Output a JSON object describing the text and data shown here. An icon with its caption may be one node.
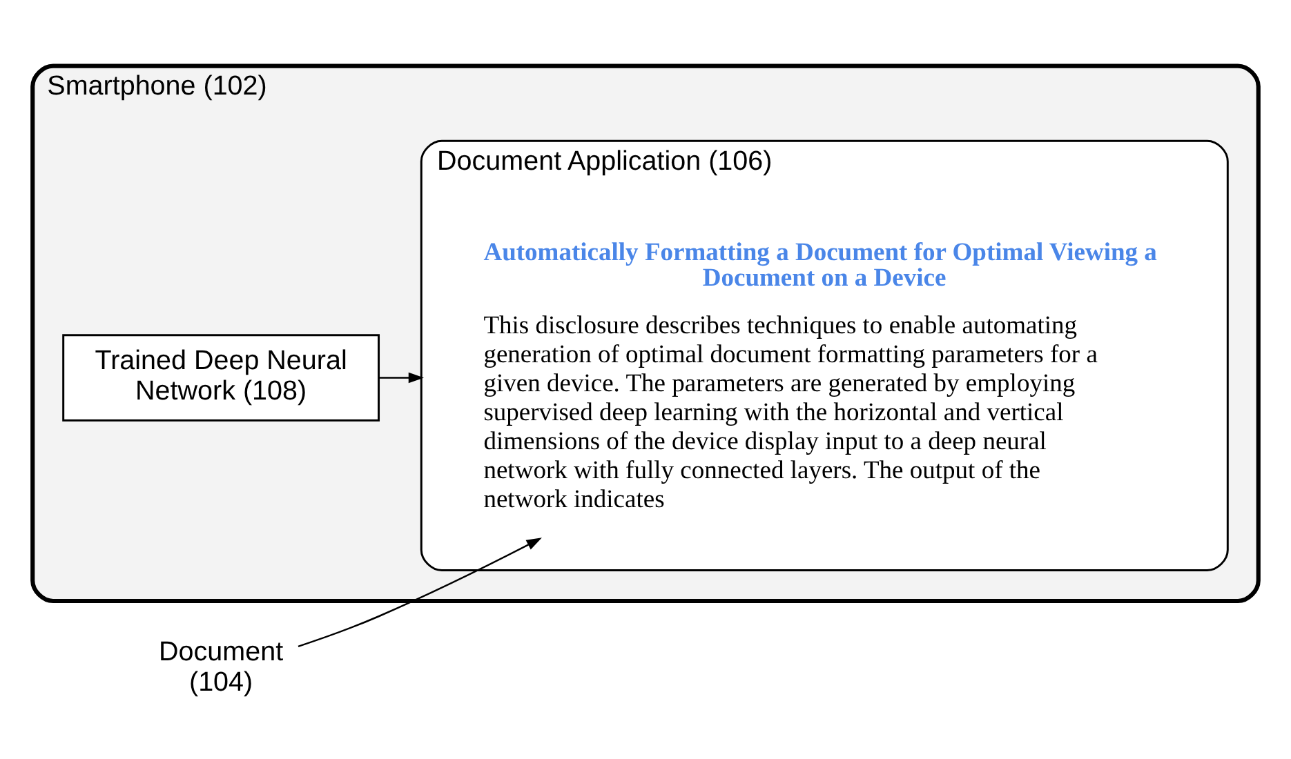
{
  "diagram": {
    "nodes": [
      {
        "text": [
          "Smartphone (102)"
        ]
      },
      {
        "text": [
          "Trained Deep Neural Network (108)"
        ],
        "in": 0
      },
      {
        "text": [
          "Document Application (106)"
        ],
        "in": 0
      },
      {
        "text": [
          "Automatically Formatting a Document for Optimal Viewing a Document on a Device",
          "This disclosure describes techniques to enable automating generation of optimal document formatting parameters for a given device. The parameters are generated by employing supervised deep learning with the horizontal and vertical dimensions of the device display input to a deep neural network with fully connected layers. The output of the network indicates"
        ],
        "in": 2
      },
      {
        "text": [
          "Document (104)"
        ]
      }
    ],
    "edges": [
      {
        "from": 1,
        "to": 2,
        "arrow": "to"
      },
      {
        "from": 4,
        "to": 3,
        "arrow": "to"
      }
    ]
  }
}
